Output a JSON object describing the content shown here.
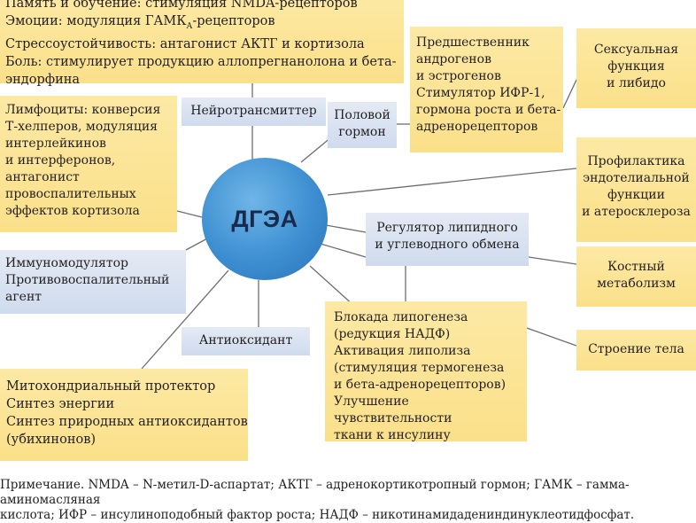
{
  "center": {
    "label": "ДГЭА"
  },
  "colors": {
    "yellow_box": "#fbe08a",
    "blue_box": "#cfdbee",
    "hub": "#3d8fd1",
    "connector": "#6d6e71"
  },
  "functions": {
    "neurotransmitter": "Нейротрансмиттер",
    "sex_hormone": "Половой\nгормон",
    "immunomodulator": "Иммуномодулятор\nПротивовоспалительный\nагент",
    "antioxidant": "Антиоксидант",
    "metabolism_regulator": "Регулятор липидного\nи углеводного обмена"
  },
  "effects": {
    "memory_line1": "Память и обучение: стимуляция NMDA-рецепторов",
    "emotion_prefix": "Эмоции: модуляция ГАМК",
    "emotion_subscript": "А",
    "emotion_suffix": "-рецепторов",
    "memory_rest": "Стрессоустойчивость: антагонист АКТГ и кортизола\nБоль: стимулирует продукцию аллопрегнанолона и бета-\nэндорфина",
    "lymphocytes": "Лимфоциты: конверсия\nТ-хелперов, модуляция\nинтерлейкинов\nи интерферонов,\nантагонист\nпровоспалительных\nэффектов кортизола",
    "precursor": "Предшественник\nандрогенов\nи эстрогенов\nСтимулятор ИФР-1,\nгормона роста и бета-\nадренорецепторов",
    "sexual": "Сексуальная\nфункция\nи либидо",
    "endothelial": "Профилактика\nэндотелиальной\nфункции\nи атеросклероза",
    "bone": "Костный\nметаболизм",
    "body": "Строение тела",
    "lipogenesis": "Блокада липогенеза\n(редукция НАДФ)\nАктивация липолиза\n(стимуляция термогенеза\nи бета-адренорецепторов)\nУлучшение чувствительности\nткани к инсулину",
    "mitochondria": "Митохондриальный протектор\nСинтез энергии\nСинтез природных антиоксидантов\n(убихинонов)"
  },
  "note": {
    "line1": "Примечание. NMDA – N-метил-D-аспартат; АКТГ – адренокортикотропный гормон; ГАМК – гамма-аминомасляная",
    "line2": "кислота; ИФР – инсулиноподобный фактор роста; НАДФ – никотинамидадениндинуклеотидфосфат."
  }
}
